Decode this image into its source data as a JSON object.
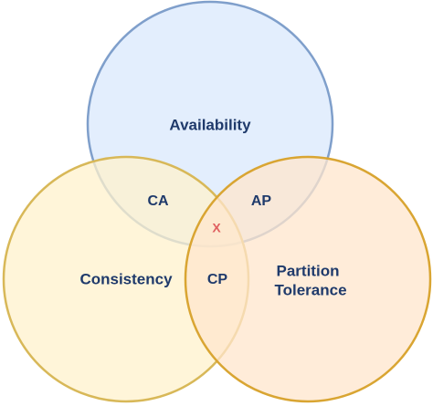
{
  "diagram": {
    "sets": {
      "availability": {
        "label": "Availability",
        "fill": "#dae8fc",
        "stroke": "#7f9fcb"
      },
      "consistency": {
        "label": "Consistency",
        "fill": "#fff2cc",
        "stroke": "#d8b858"
      },
      "partition_tolerance": {
        "label_line1": "Partition",
        "label_line2": "Tolerance",
        "fill": "#ffe6cc",
        "stroke": "#d9a532"
      }
    },
    "intersections": {
      "ca": "CA",
      "ap": "AP",
      "cp": "CP",
      "center": "X"
    },
    "colors": {
      "text": "#1f3a6b",
      "center_mark": "#e06060"
    }
  }
}
